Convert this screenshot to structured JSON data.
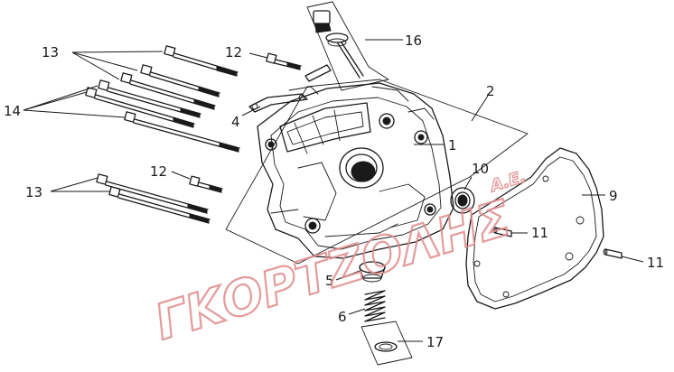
{
  "diagram": {
    "callouts": [
      {
        "id": "c13a",
        "text": "13"
      },
      {
        "id": "c12a",
        "text": "12"
      },
      {
        "id": "c16",
        "text": "16"
      },
      {
        "id": "c14",
        "text": "14"
      },
      {
        "id": "c4",
        "text": "4"
      },
      {
        "id": "c2",
        "text": "2"
      },
      {
        "id": "c1",
        "text": "1"
      },
      {
        "id": "c12b",
        "text": "12"
      },
      {
        "id": "c13b",
        "text": "13"
      },
      {
        "id": "c10",
        "text": "10"
      },
      {
        "id": "c9",
        "text": "9"
      },
      {
        "id": "c11a",
        "text": "11"
      },
      {
        "id": "c11b",
        "text": "11"
      },
      {
        "id": "c5",
        "text": "5"
      },
      {
        "id": "c6",
        "text": "6"
      },
      {
        "id": "c17",
        "text": "17"
      }
    ],
    "watermark": {
      "main": "ΓΚΟΡΤΖΟΛΗΣ",
      "suffix": "Α.Ε."
    }
  }
}
